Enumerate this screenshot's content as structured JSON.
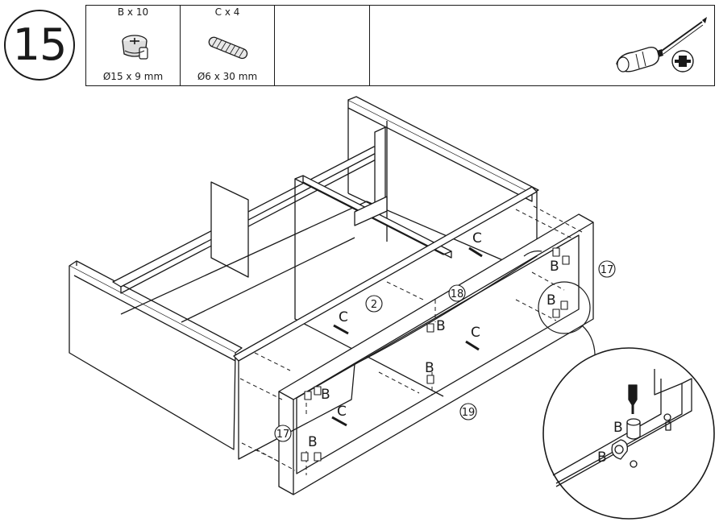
{
  "step": {
    "number": "15"
  },
  "parts": [
    {
      "label": "B x 10",
      "size": "Ø15 x 9 mm",
      "icon": "cam-lock-fitting-icon"
    },
    {
      "label": "C x 4",
      "size": "Ø6 x 30 mm",
      "icon": "wooden-dowel-icon"
    },
    {
      "label": "",
      "size": ""
    },
    {
      "label": "",
      "size": ""
    }
  ],
  "tool": {
    "icon": "phillips-screwdriver-icon"
  },
  "callouts": {
    "B": "B",
    "C": "C",
    "panel_2": "2",
    "panel_17": "17",
    "panel_18": "18",
    "panel_19": "19"
  }
}
